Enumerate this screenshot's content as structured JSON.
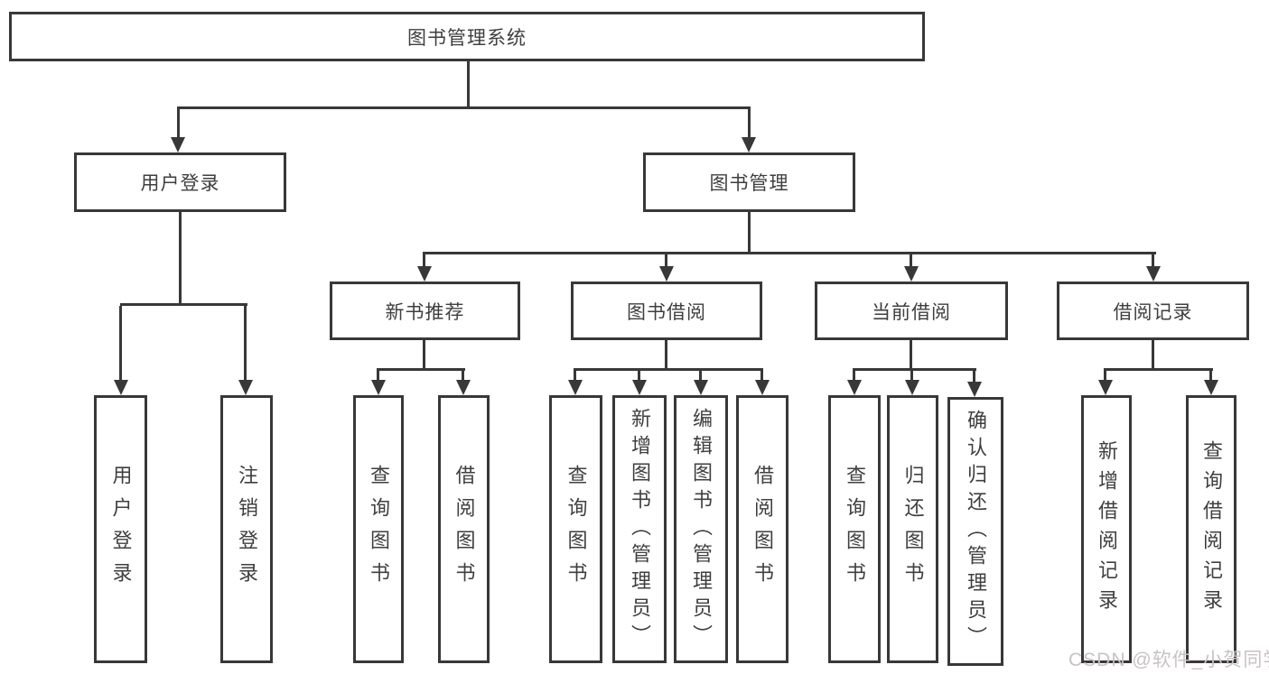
{
  "page": {
    "background": "#ffffff"
  },
  "tree": {
    "label": "图书管理系统",
    "children": [
      {
        "label": "用户登录",
        "children": [
          {
            "label": "用户登录"
          },
          {
            "label": "注销登录"
          }
        ]
      },
      {
        "label": "图书管理",
        "children": [
          {
            "label": "新书推荐",
            "children": [
              {
                "label": "查询图书"
              },
              {
                "label": "借阅图书"
              }
            ]
          },
          {
            "label": "图书借阅",
            "children": [
              {
                "label": "查询图书"
              },
              {
                "label": "新增图书（管理员）"
              },
              {
                "label": "编辑图书（管理员）"
              },
              {
                "label": "借阅图书"
              }
            ]
          },
          {
            "label": "当前借阅",
            "children": [
              {
                "label": "查询图书"
              },
              {
                "label": "归还图书"
              },
              {
                "label": "确认归还（管理员）"
              }
            ]
          },
          {
            "label": "借阅记录",
            "children": [
              {
                "label": "新增借阅记录"
              },
              {
                "label": "查询借阅记录"
              }
            ]
          }
        ]
      }
    ]
  },
  "watermark": {
    "text": "CSDN @软件_小贺同学"
  },
  "colors": {
    "line": "#383838",
    "text": "#3f3f3f",
    "watermark": "#c9c2c4"
  }
}
